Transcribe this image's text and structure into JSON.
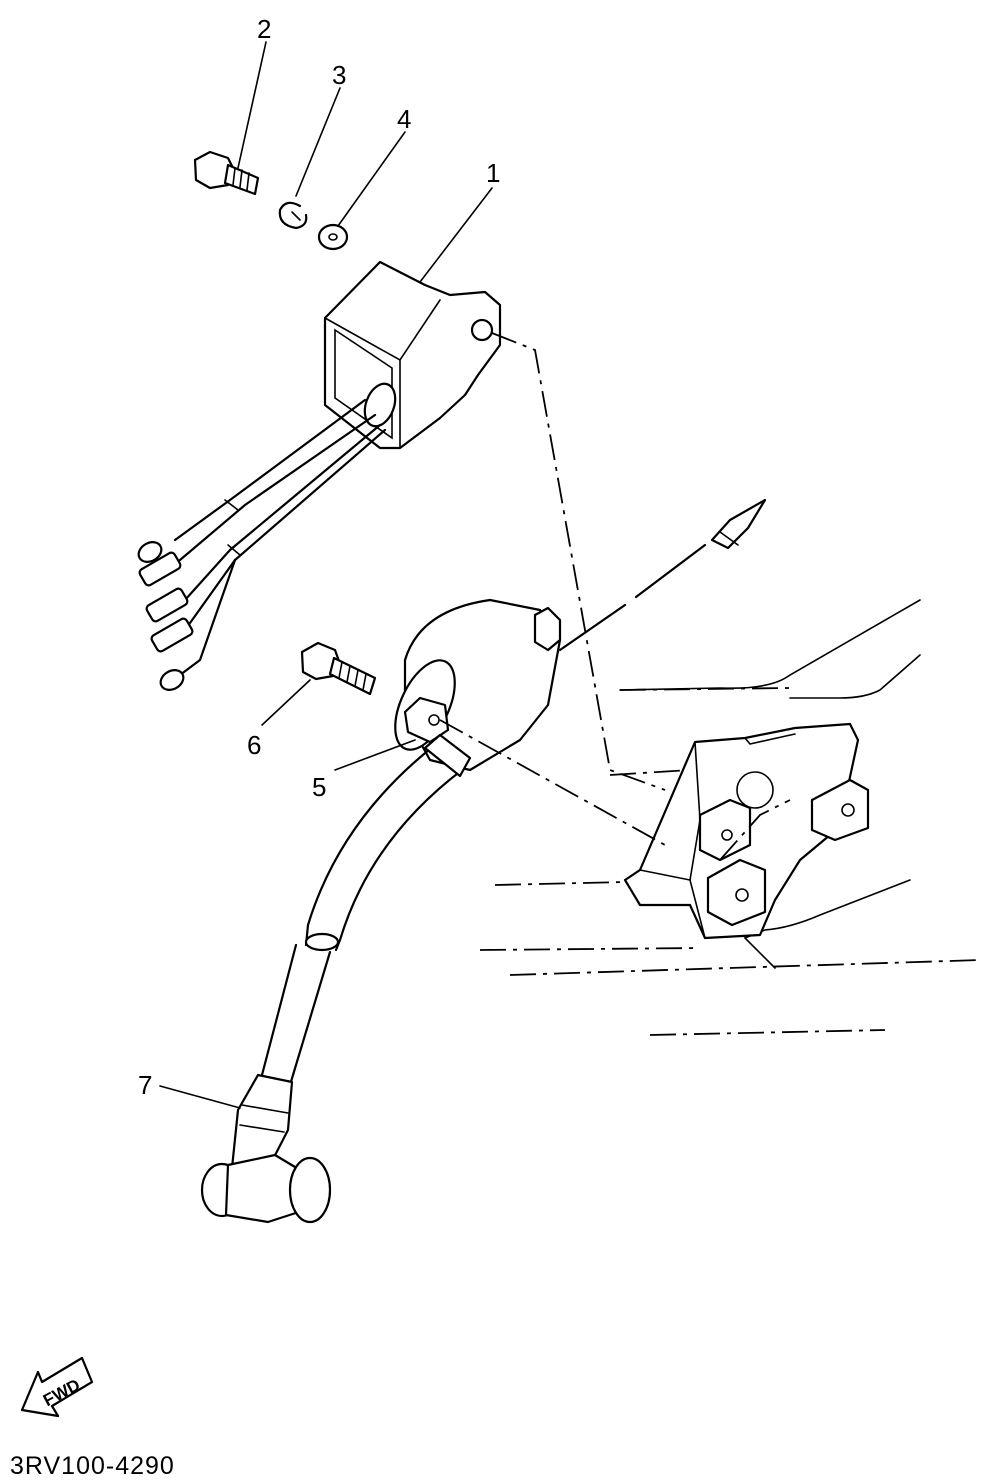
{
  "diagram": {
    "callouts": [
      {
        "id": "1",
        "label": "1"
      },
      {
        "id": "2",
        "label": "2"
      },
      {
        "id": "3",
        "label": "3"
      },
      {
        "id": "4",
        "label": "4"
      },
      {
        "id": "5",
        "label": "5"
      },
      {
        "id": "6",
        "label": "6"
      },
      {
        "id": "7",
        "label": "7"
      }
    ],
    "direction_badge": "FWD",
    "figure_code": "3RV100-4290"
  }
}
